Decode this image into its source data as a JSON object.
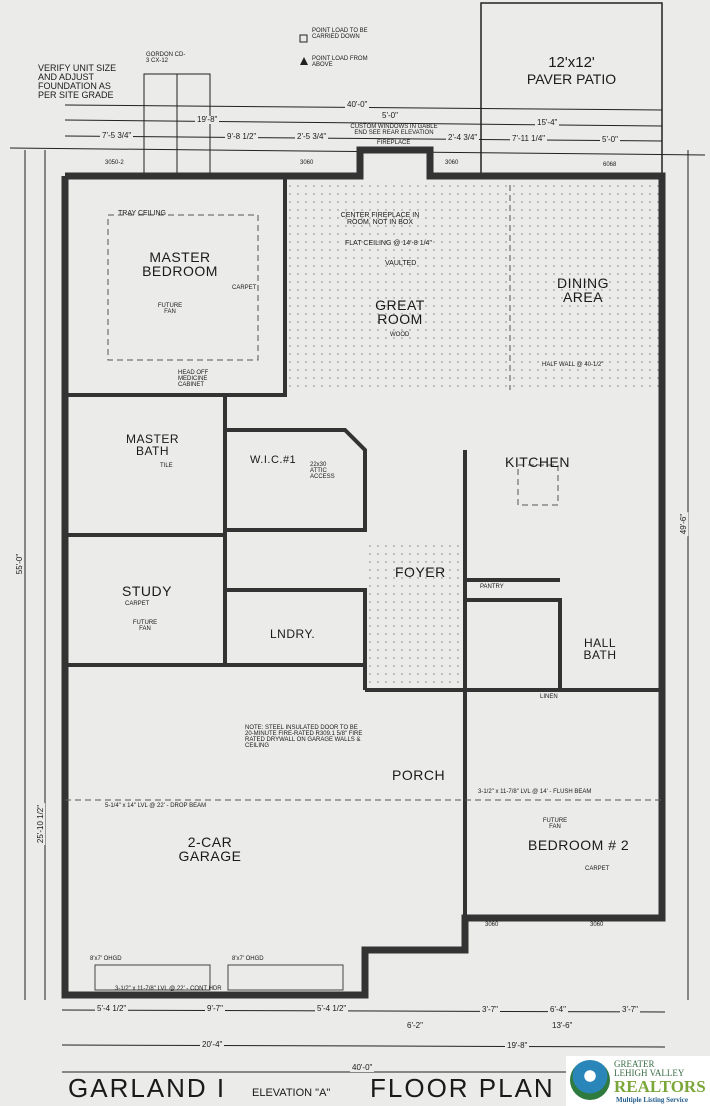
{
  "notes": {
    "verify": "VERIFY UNIT SIZE AND ADJUST FOUNDATION AS PER SITE GRADE",
    "gordon": "GORDON CD-3 CX-12",
    "point_load_down": "POINT LOAD TO BE CARRIED DOWN",
    "point_load_above": "POINT LOAD FROM ABOVE",
    "custom_windows": "CUSTOM WINDOWS IN GABLE END SEE REAR ELEVATION",
    "fireplace": "FIREPLACE",
    "garage_note": "NOTE: STEEL INSULATED DOOR TO BE 20-MINUTE FIRE-RATED R309.1 5/8\" FIRE RATED DRYWALL ON GARAGE WALLS & CEILING",
    "tray_ceiling": "TRAY CEILING",
    "flat_ceiling": "FLAT CEILING @ 14'-8 1/4\"",
    "vaulted": "VAULTED",
    "center_fireplace": "CENTER FIREPLACE IN ROOM, NOT IN BOX",
    "head_off": "HEAD OFF MEDICINE CABINET",
    "drop_beam": "5-1/4\" x 14\" LVL @ 22' - DROP BEAM",
    "flush_beam": "3-1/2\" x 11-7/8\" LVL @ 14' - FLUSH BEAM",
    "cont_hdr": "3-1/2\" x 11-7/8\" LVL @ 22' - CONT HDR",
    "ohgd_left": "8'x7' OHGD",
    "ohgd_right": "8'x7' OHGD",
    "half_wall": "HALF WALL @ 40-1/2\"",
    "attic_access": "22x30 ATTIC ACCESS"
  },
  "patio": {
    "size": "12'x12'",
    "label": "PAVER PATIO"
  },
  "rooms": {
    "master_bedroom": "MASTER BEDROOM",
    "great_room": "GREAT ROOM",
    "dining_area": "DINING AREA",
    "master_bath": "MASTER BATH",
    "wic": "W.I.C.#1",
    "kitchen": "KITCHEN",
    "study": "STUDY",
    "foyer": "FOYER",
    "laundry": "LNDRY.",
    "hall_bath": "HALL BATH",
    "garage": "2-CAR GARAGE",
    "porch": "PORCH",
    "bedroom2": "BEDROOM # 2",
    "pantry": "PANTRY",
    "linen": "LINEN",
    "future_fan": "FUTURE FAN",
    "carpet": "CARPET",
    "wood": "WOOD",
    "tile": "TILE"
  },
  "dimensions": {
    "top_total": "40'-0\"",
    "top_left": "19'-8\"",
    "top_right": "15'-4\"",
    "top_mid": "5'-0\"",
    "seg1": "7'-5 3/4\"",
    "seg2": "9'-8 1/2\"",
    "seg3": "2'-5 3/4\"",
    "seg4": "2'-4 3/4\"",
    "seg5": "7'-11 1/4\"",
    "seg6": "5'-0\"",
    "bottom_left": "20'-4\"",
    "bottom_right": "19'-8\"",
    "bottom_total": "40'-0\"",
    "bottom_a": "5'-4 1/2\"",
    "bottom_b": "9'-7\"",
    "bottom_c": "5'-4 1/2\"",
    "bottom_d": "6'-2\"",
    "bottom_e": "3'-7\"",
    "bottom_f": "6'-4\"",
    "bottom_g": "13'-6\"",
    "bottom_h": "3'-7\"",
    "left_total": "55'-0\"",
    "right_total": "49'-6\"",
    "garage_depth": "25'-10 1/2\"",
    "windows": [
      "3050-2",
      "3060",
      "3060",
      "6068",
      "3060",
      "3060"
    ]
  },
  "title": {
    "name": "GARLAND I",
    "elevation": "ELEVATION \"A\"",
    "plan": "FLOOR PLAN"
  },
  "logo": {
    "line1": "GREATER",
    "line2": "LEHIGH VALLEY",
    "line3": "REALTORS",
    "line4": "Multiple Listing Service"
  }
}
